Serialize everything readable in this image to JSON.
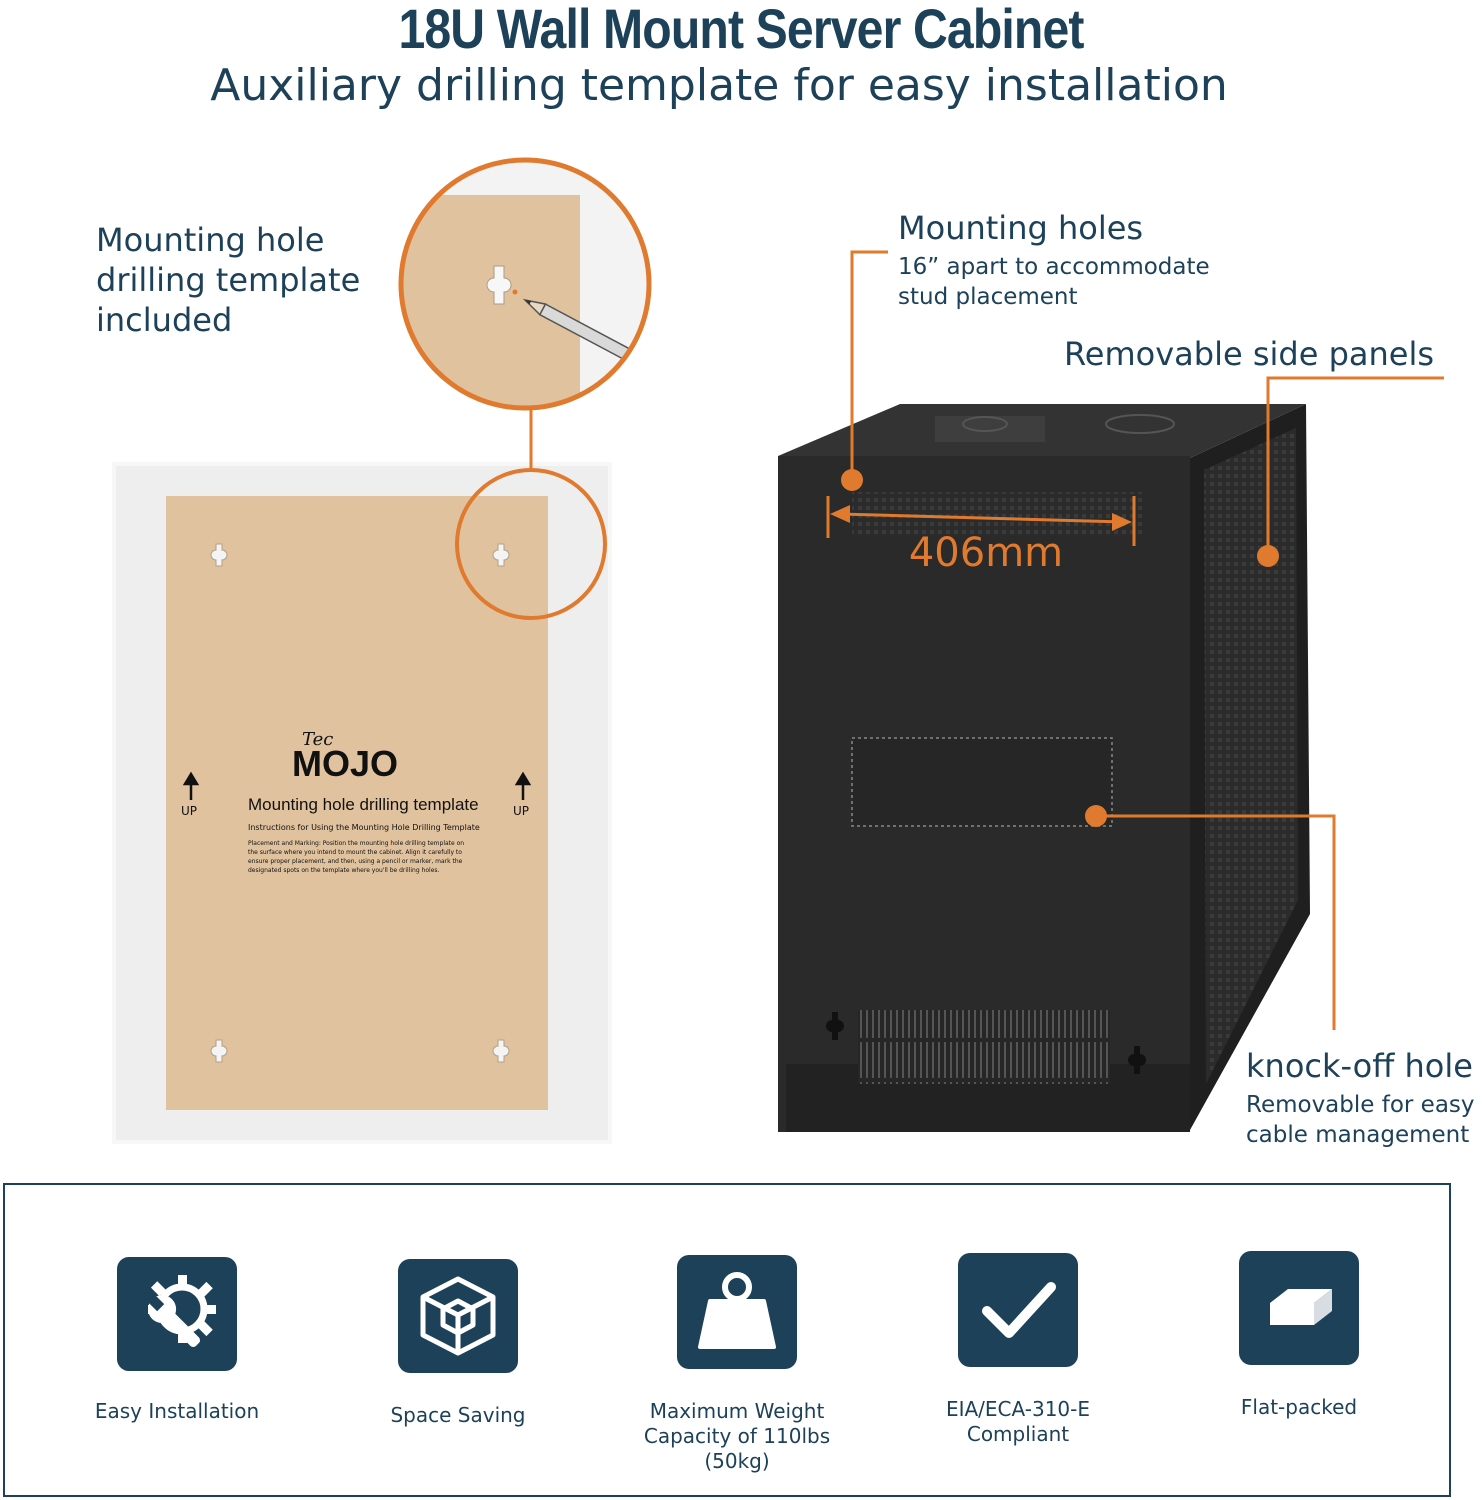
{
  "header": {
    "title": "18U Wall Mount Server Cabinet",
    "subtitle": "Auxiliary drilling template for easy installation"
  },
  "callouts": {
    "template_included": "Mounting hole drilling template included",
    "mounting_holes_title": "Mounting holes",
    "mounting_holes_sub": "16” apart to accommodate stud placement",
    "side_panels": "Removable side panels",
    "knockoff_title": "knock-off hole",
    "knockoff_sub": "Removable for easy cable management",
    "dimension": "406mm"
  },
  "template_sheet": {
    "brand_small": "Tec",
    "brand": "MOJO",
    "heading": "Mounting hole drilling template",
    "instructions_title": "Instructions for Using the Mounting Hole Drilling Template",
    "instructions_line1": "Placement and Marking: Position the mounting hole drilling template on",
    "instructions_line2": "the surface where you intend to mount the cabinet. Align it carefully to",
    "instructions_line3": "ensure proper placement, and then, using a pencil or marker, mark the",
    "instructions_line4": "designated spots on the template where you'll be drilling holes.",
    "up_label": "UP"
  },
  "features": [
    {
      "icon": "gear-wrench-icon",
      "label": "Easy Installation"
    },
    {
      "icon": "cube-icon",
      "label": "Space Saving"
    },
    {
      "icon": "weight-icon",
      "label": "Maximum Weight Capacity of 110lbs (50kg)"
    },
    {
      "icon": "checkmark-icon",
      "label": "EIA/ECA-310-E Compliant"
    },
    {
      "icon": "flat-box-icon",
      "label": "Flat-packed"
    }
  ],
  "colors": {
    "navy": "#1d4159",
    "orange": "#e07a2e",
    "kraft": "#e0c29e",
    "cabinet": "#2a2a2a"
  }
}
